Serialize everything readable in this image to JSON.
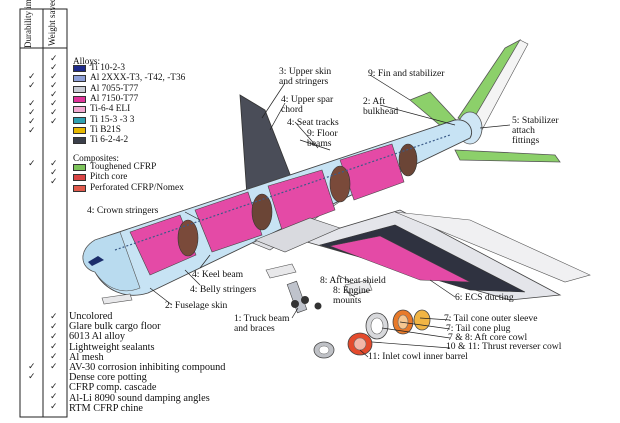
{
  "columns": {
    "durability": "Durability improved",
    "weight": "Weight saved"
  },
  "check_glyph": "✓",
  "alloys": {
    "title": "Alloys:",
    "items": [
      {
        "label": "Ti 10-2-3",
        "color": "#1e2a8c"
      },
      {
        "label": "Al 2XXX-T3, -T42, -T36",
        "color": "#8ea0d8"
      },
      {
        "label": "Al 7055-T77",
        "color": "#c8ccd4"
      },
      {
        "label": "Al 7150-T77",
        "color": "#e0339a"
      },
      {
        "label": "Ti-6-4 ELI",
        "color": "#f2a8d0"
      },
      {
        "label": "Ti 15-3 -3 3",
        "color": "#2f9fb0"
      },
      {
        "label": "Ti B21S",
        "color": "#e6b800"
      },
      {
        "label": "Ti 6-2-4-2",
        "color": "#3b3f4a"
      }
    ]
  },
  "composites": {
    "title": "Composites:",
    "items": [
      {
        "label": "Toughened CFRP",
        "color": "#7cc35a"
      },
      {
        "label": "Pitch core",
        "color": "#d94444"
      },
      {
        "label": "Perforated CFRP/Nomex",
        "color": "#e05a4c"
      }
    ]
  },
  "bottom_list": [
    "Uncolored",
    "Glare bulk cargo floor",
    "6013 Al alloy",
    "Lightweight sealants",
    "Al mesh",
    "AV-30 corrosion inhibiting compound",
    "Dense core potting",
    "CFRP comp. cascade",
    "Al-Li 8090 sound damping angles",
    "RTM CFRP chine"
  ],
  "callouts": {
    "upper_skin": "3: Upper skin\nand stringers",
    "upper_spar": "4: Upper spar\nchord",
    "seat_tracks": "4: Seat tracks",
    "floor_beams": "9: Floor\nbeams",
    "fin": "9: Fin and stabilizer",
    "aft_bulkhead": "2: Aft\nbulkhead",
    "stabilizer_fittings": "5: Stabilizer\nattach\nfittings",
    "crown": "4: Crown stringers",
    "keel": "4: Keel beam",
    "belly": "4: Belly stringers",
    "fuselage_skin": "2: Fuselage skin",
    "heat_shield": "8: Aft heat shield",
    "engine_mounts": "8: Engine\nmounts",
    "ecs": "6: ECS ducting",
    "truck_beam": "1: Truck beam\nand braces",
    "tail_sleeve": "7: Tail cone outer sleeve",
    "tail_plug": "7: Tail cone plug",
    "aft_cowl": "7 & 8: Aft core cowl",
    "thrust_reverser": "10 & 11: Thrust reverser cowl",
    "inlet_cowl": "11: Inlet cowl inner barrel"
  }
}
